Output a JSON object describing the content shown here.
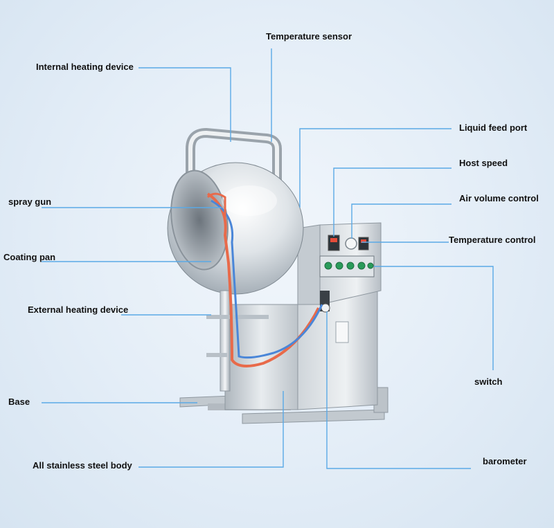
{
  "colors": {
    "leader_line": "#5aa9e6",
    "steel_light": "#f2f4f6",
    "steel_mid": "#c9cfd5",
    "steel_dark": "#8e979f",
    "tube_red": "#e86a4a",
    "tube_blue": "#4a86d8",
    "label_text": "#111111"
  },
  "labels": {
    "temperature_sensor": "Temperature sensor",
    "internal_heating_device": "Internal heating device",
    "liquid_feed_port": "Liquid feed port",
    "host_speed": "Host speed",
    "spray_gun": "spray gun",
    "air_volume_control": "Air volume control",
    "temperature_control": "Temperature control",
    "coating_pan": "Coating pan",
    "external_heating_device": "External heating device",
    "switch": "switch",
    "base": "Base",
    "all_stainless_steel_body": "All stainless steel body",
    "barometer": "barometer"
  }
}
